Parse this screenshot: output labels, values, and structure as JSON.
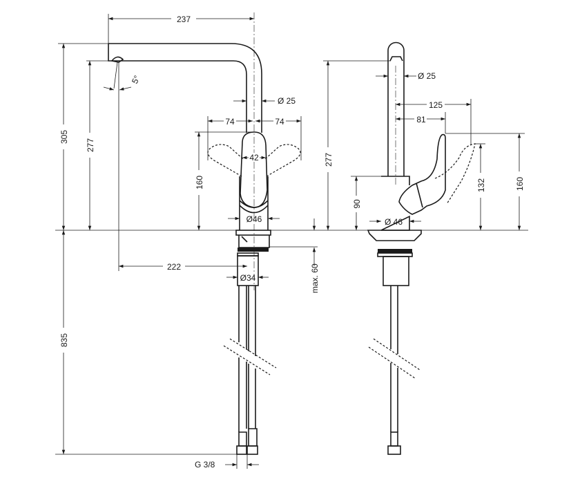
{
  "front_view": {
    "dim_spout_reach": "237",
    "dim_total_height": "305",
    "dim_spout_height": "277",
    "dim_angle": "5°",
    "dim_spout_diameter": "Ø  25",
    "dim_lever_left": "74",
    "dim_lever_right": "74",
    "dim_handle_width": "42",
    "dim_lever_height": "160",
    "dim_base_diameter": "Ø46",
    "dim_hole_offset": "222",
    "dim_shank_diameter": "Ø34",
    "dim_max_deck": "max. 60",
    "dim_hose_length": "835",
    "dim_connection": "G 3/8"
  },
  "side_view": {
    "dim_spout_diameter": "Ø  25",
    "dim_lever_open_reach": "125",
    "dim_lever_reach": "81",
    "dim_spout_height": "277",
    "dim_body_height": "90",
    "dim_base_diameter": "Ø  46",
    "dim_lever_open_height": "132",
    "dim_lever_height": "160"
  }
}
